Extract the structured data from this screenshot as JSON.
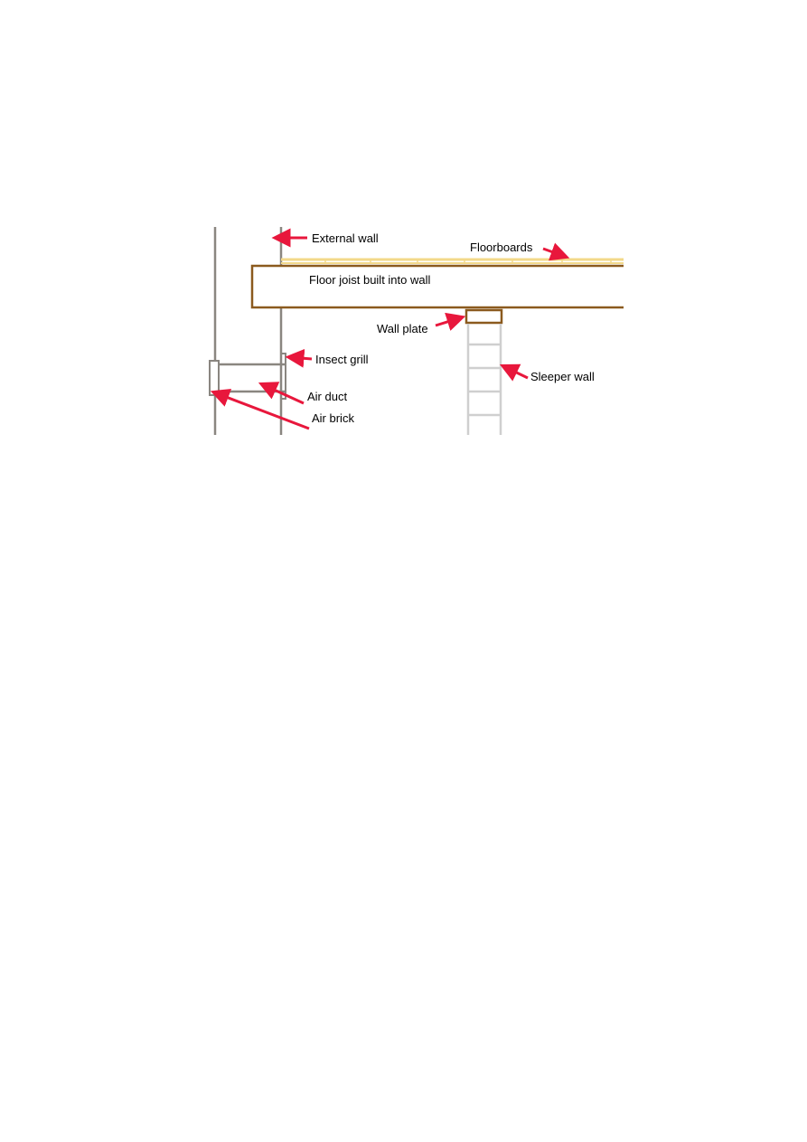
{
  "labels": {
    "external_wall": "External wall",
    "floorboards": "Floorboards",
    "floor_joist": "Floor joist built into wall",
    "wall_plate": "Wall plate",
    "insect_grill": "Insect grill",
    "air_duct": "Air duct",
    "air_brick": "Air brick",
    "sleeper_wall": "Sleeper wall"
  },
  "colors": {
    "arrow": "#e8173c",
    "wall": "#8a8680",
    "joist": "#8b5a1e",
    "floorboards": "#f3d98a",
    "sleeper_wall": "#cfcfcf"
  }
}
